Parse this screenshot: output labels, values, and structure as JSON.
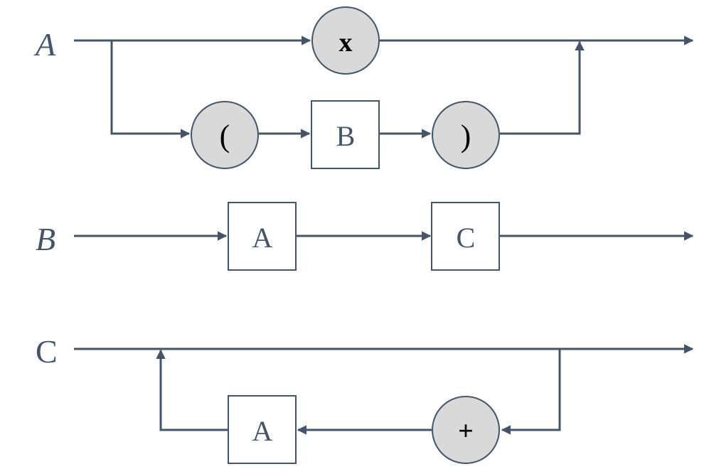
{
  "colors": {
    "line": "#44546a",
    "terminal_fill": "#d9d9d9",
    "nonterminal_fill": "#ffffff"
  },
  "rules": {
    "a": {
      "name": "A",
      "terminal_x": "x",
      "open_paren": "(",
      "nonterminal_b": "B",
      "close_paren": ")"
    },
    "b": {
      "name": "B",
      "nonterminal_a": "A",
      "nonterminal_c": "C"
    },
    "c": {
      "name": "C",
      "nonterminal_a": "A",
      "terminal_plus": "+"
    }
  }
}
